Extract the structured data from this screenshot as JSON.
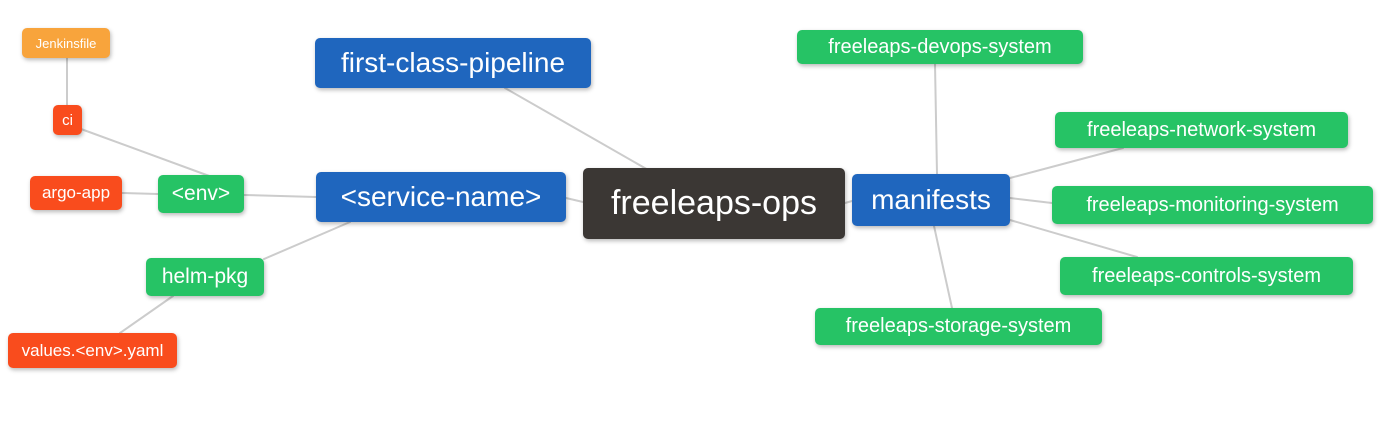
{
  "diagram": {
    "type": "mindmap",
    "colors": {
      "root_node": "#3B3734",
      "branch_node": "#1F66BE",
      "green_node": "#26C365",
      "red_node": "#F94C1D",
      "orange_node": "#F8A43C",
      "edge": "#CCCCCC",
      "node_text": "#FFFFFF",
      "background": "#FFFFFF"
    },
    "root": {
      "label": "freeleaps-ops"
    },
    "nodes": {
      "freeleaps_ops": {
        "label": "freeleaps-ops"
      },
      "first_class_pipeline": {
        "label": "first-class-pipeline"
      },
      "service_name": {
        "label": "<service-name>"
      },
      "manifests": {
        "label": "manifests"
      },
      "env": {
        "label": "<env>"
      },
      "helm_pkg": {
        "label": "helm-pkg"
      },
      "ci": {
        "label": "ci"
      },
      "argo_app": {
        "label": "argo-app"
      },
      "values_env_yaml": {
        "label": "values.<env>.yaml"
      },
      "jenkinsfile": {
        "label": "Jenkinsfile"
      },
      "devops_system": {
        "label": "freeleaps-devops-system"
      },
      "network_system": {
        "label": "freeleaps-network-system"
      },
      "monitoring_system": {
        "label": "freeleaps-monitoring-system"
      },
      "controls_system": {
        "label": "freeleaps-controls-system"
      },
      "storage_system": {
        "label": "freeleaps-storage-system"
      }
    },
    "edges": [
      [
        "jenkinsfile",
        "ci"
      ],
      [
        "ci",
        "env"
      ],
      [
        "argo_app",
        "env"
      ],
      [
        "env",
        "service_name"
      ],
      [
        "helm_pkg",
        "service_name"
      ],
      [
        "values_env_yaml",
        "helm_pkg"
      ],
      [
        "first_class_pipeline",
        "freeleaps_ops"
      ],
      [
        "service_name",
        "freeleaps_ops"
      ],
      [
        "freeleaps_ops",
        "manifests"
      ],
      [
        "manifests",
        "devops_system"
      ],
      [
        "manifests",
        "network_system"
      ],
      [
        "manifests",
        "monitoring_system"
      ],
      [
        "manifests",
        "controls_system"
      ],
      [
        "manifests",
        "storage_system"
      ]
    ]
  }
}
